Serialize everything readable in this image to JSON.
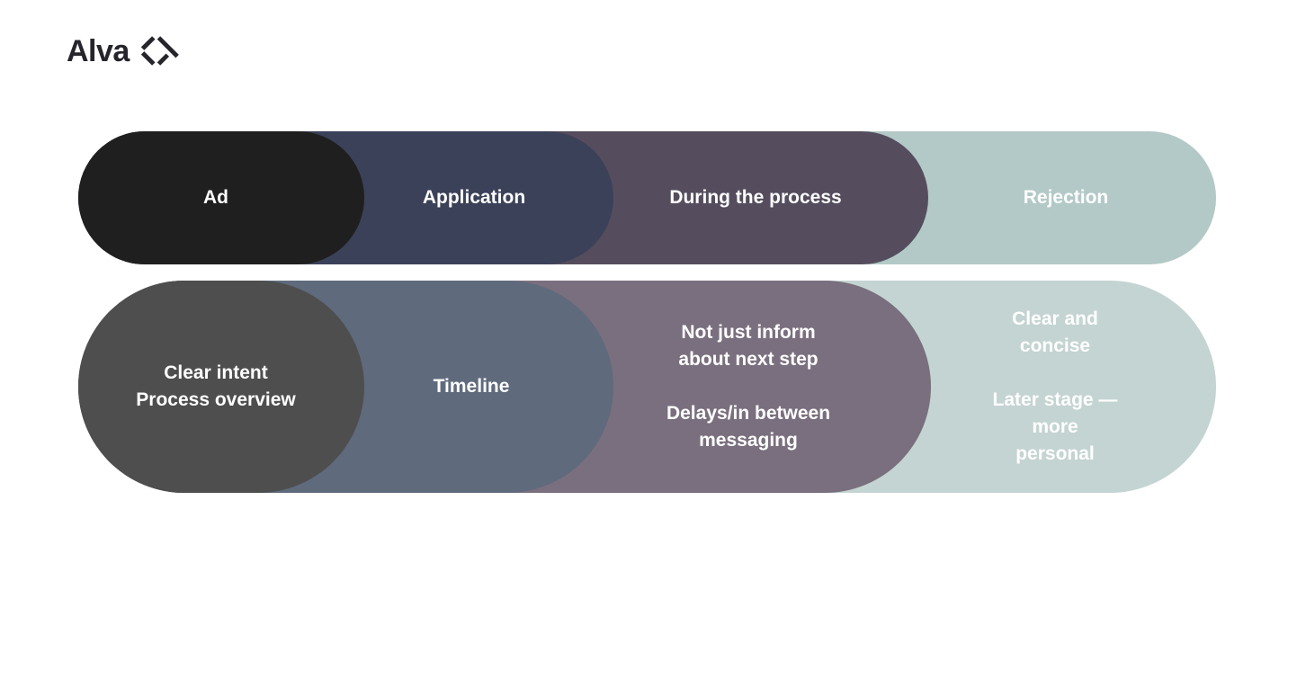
{
  "logo": {
    "wordmark": "Alva",
    "icon": "alva-diamond-icon",
    "color": "#26252b"
  },
  "text_color": "#ffffff",
  "rows": [
    {
      "id": "journey-stages",
      "segments": [
        {
          "label": "Ad",
          "color": "#1f1f1f"
        },
        {
          "label": "Application",
          "color": "#3b4158"
        },
        {
          "label": "During the process",
          "color": "#554d5e"
        },
        {
          "label": "Rejection",
          "color": "#b3c9c8"
        }
      ]
    },
    {
      "id": "stage-guidance",
      "segments": [
        {
          "label": "Clear intent\nProcess overview",
          "color": "#4e4e4e"
        },
        {
          "label": "Timeline",
          "color": "#5f6a7d"
        },
        {
          "label": "Not just inform\nabout next step\n\nDelays/in between\nmessaging",
          "color": "#7a6f7e"
        },
        {
          "label": "Clear and concise\n\nLater stage — more\npersonal",
          "color": "#c4d4d2"
        }
      ]
    }
  ]
}
